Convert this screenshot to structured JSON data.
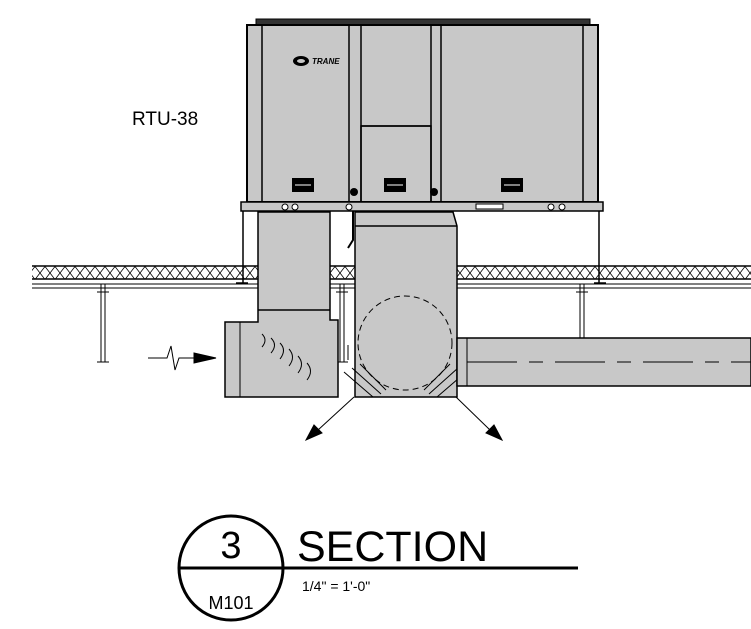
{
  "unit": {
    "tag": "RTU-38",
    "brand": "TRANE"
  },
  "title_block": {
    "detail_number": "3",
    "sheet_number": "M101",
    "title": "SECTION",
    "scale": "1/4\" = 1'-0\""
  },
  "colors": {
    "line": "#000000",
    "fill_gray": "#c8c8c8",
    "background": "#ffffff"
  }
}
